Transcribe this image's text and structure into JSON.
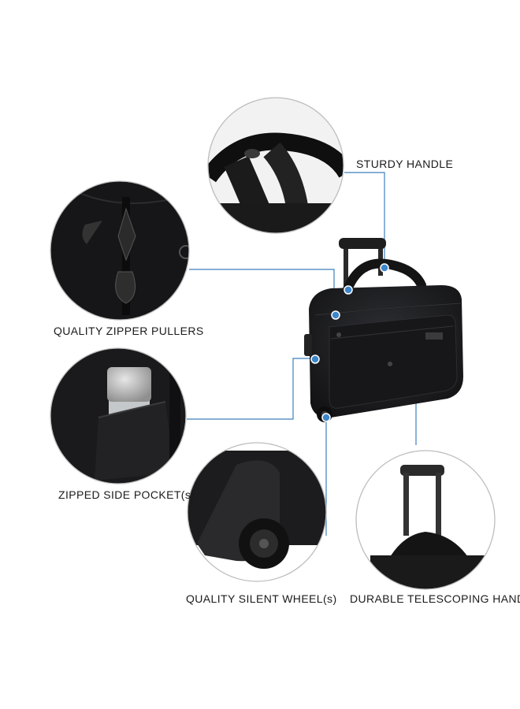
{
  "features": {
    "handle": {
      "label": "STURDY HANDLE",
      "icon": "handle-closeup"
    },
    "zipper": {
      "label": "QUALITY ZIPPER PULLERS",
      "icon": "zipper-closeup"
    },
    "pocket": {
      "label": "ZIPPED SIDE POCKET(s)",
      "icon": "pocket-closeup"
    },
    "wheel": {
      "label": "QUALITY SILENT WHEEL(s)",
      "icon": "wheel-closeup"
    },
    "telescoping": {
      "label": "DURABLE  TELESCOPING HANDLE",
      "icon": "telescoping-handle-closeup"
    }
  },
  "colors": {
    "callout_line": "#3d7fbd",
    "marker_dot": "#3d86c9",
    "bag_body": "#1c1c1e",
    "circle_border": "#bdbdbd"
  }
}
